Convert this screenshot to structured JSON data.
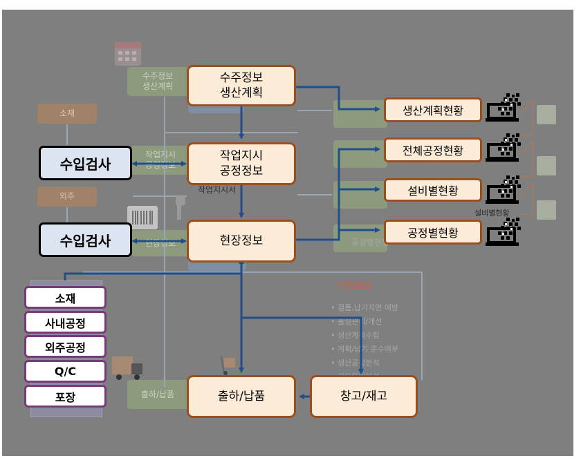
{
  "colors": {
    "panel": "#7f7f7f",
    "box_fill": "#fcebd7",
    "box_border": "#9c4e1c",
    "inspect_fill": "#dbe4f0",
    "stack_border": "#7a3a7a",
    "arrow": "#1f4e8c"
  },
  "main_boxes": {
    "order_plan": "수주정보\n생산계획",
    "work_order": "작업지시\n공정정보",
    "field_info": "현장정보",
    "shipping": "출하/납품",
    "warehouse": "창고/재고"
  },
  "inspection": {
    "upper": "수입검사",
    "lower": "수입검사"
  },
  "process_stack": [
    "소재",
    "사내공정",
    "외주공정",
    "Q/C",
    "포장"
  ],
  "status_boxes": [
    "생산계획현황",
    "전체공정현황",
    "설비별현황",
    "공정별현황"
  ],
  "background": {
    "ghost_order": "수주정보\n생산계획",
    "ghost_material": "소재",
    "ghost_outsource": "외주",
    "ghost_work": "작업지시\n공정정보",
    "ghost_field": "현장정보",
    "ghost_shipping": "출하/납품",
    "ghost_work_sheet": "작업지시서",
    "ghost_eq_status": "설비별현황",
    "ghost_process_status": "공정별현황",
    "effect_title": "기대효과",
    "effects": [
      "결품,납기지연 예방",
      "품질관리/개선",
      "생산계획수립",
      "계획/납기 준수여부",
      "생산공정분석",
      "리드타임분석"
    ]
  },
  "icons": [
    "calendar-icon",
    "barcode-icon",
    "scanner-icon",
    "truck-icon",
    "handtruck-icon",
    "laptop-icon",
    "excel-icon"
  ]
}
